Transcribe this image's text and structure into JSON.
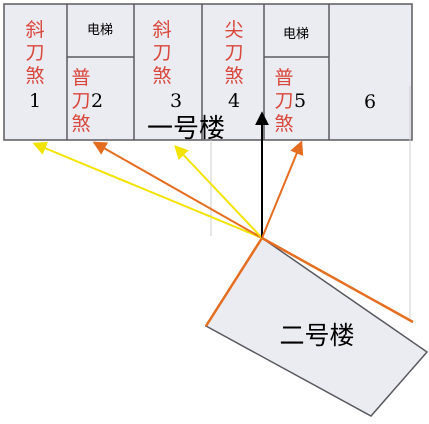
{
  "building_one": {
    "label": "一号楼",
    "units": [
      {
        "number": "1",
        "sha_label": [
          "斜",
          "刀",
          "煞"
        ]
      },
      {
        "number": "2",
        "sha_label": [
          "普",
          "刀",
          "煞"
        ]
      },
      {
        "number": "3",
        "sha_label": [
          "斜",
          "刀",
          "煞"
        ]
      },
      {
        "number": "4",
        "sha_label": [
          "尖",
          "刀",
          "煞"
        ]
      },
      {
        "number": "5",
        "sha_label": [
          "普",
          "刀",
          "煞"
        ]
      },
      {
        "number": "6"
      }
    ],
    "elevators": [
      "电梯",
      "电梯"
    ]
  },
  "building_two": {
    "label": "二号楼"
  },
  "colors": {
    "red_text": "#d9473a",
    "orange_line": "#e56d1f",
    "yellow_line": "#f2e300",
    "black_line": "#000000",
    "block_fill": "#ebebf2",
    "block_stroke": "#5a5a60"
  }
}
